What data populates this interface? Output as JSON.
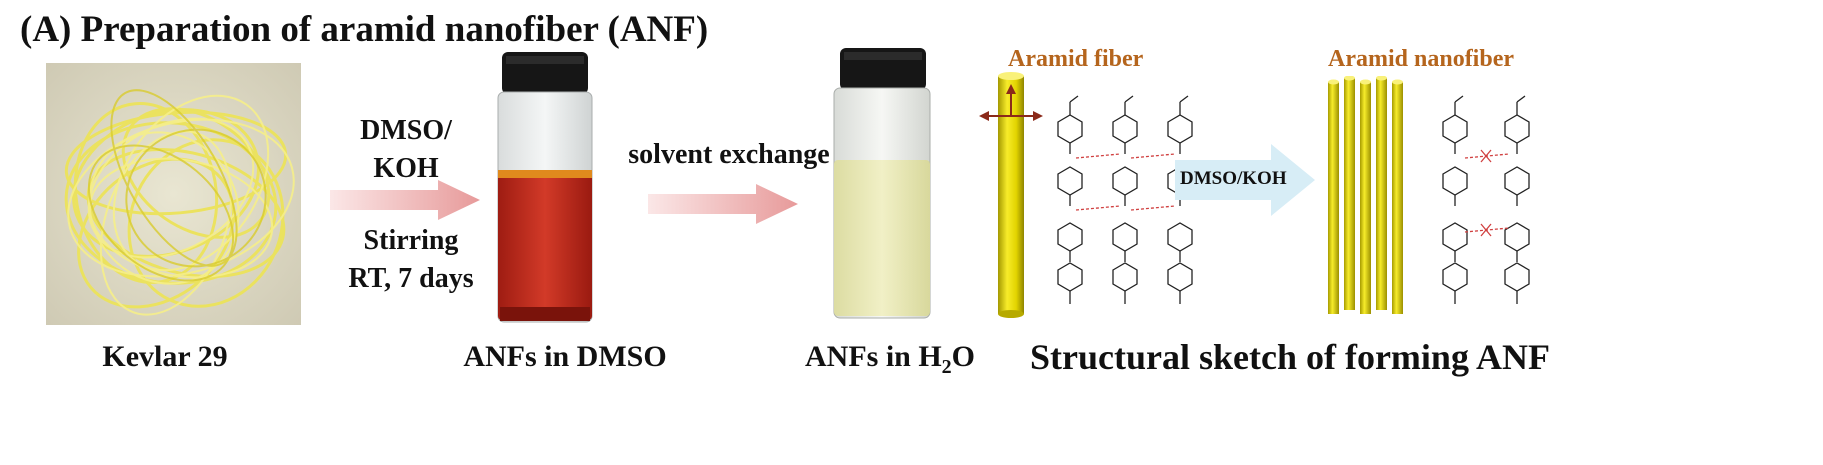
{
  "title": "(A) Preparation of aramid nanofiber (ANF)",
  "captions": {
    "kevlar": "Kevlar 29",
    "anfs_dmso": "ANFs in DMSO",
    "anfs_water_prefix": "ANFs in H",
    "anfs_water_sub": "2",
    "anfs_water_suffix": "O",
    "sketch": "Structural sketch of forming ANF"
  },
  "steps": {
    "step1_line1": "DMSO/",
    "step1_line2": "KOH",
    "step1_line3": "Stirring",
    "step1_line4": "RT, 7 days",
    "step2": "solvent exchange",
    "step3": "DMSO/KOH"
  },
  "sketch_labels": {
    "fiber": "Aramid fiber",
    "nanofiber": "Aramid nanofiber"
  },
  "colors": {
    "fiber_yellow": "#f2e200",
    "dmso_solution": "#c0271a",
    "water_solution": "#eeedb8",
    "label_orange": "#b5651d",
    "arrow_pink": "#eba4a4",
    "arrow_blue": "#d6ecf6"
  }
}
